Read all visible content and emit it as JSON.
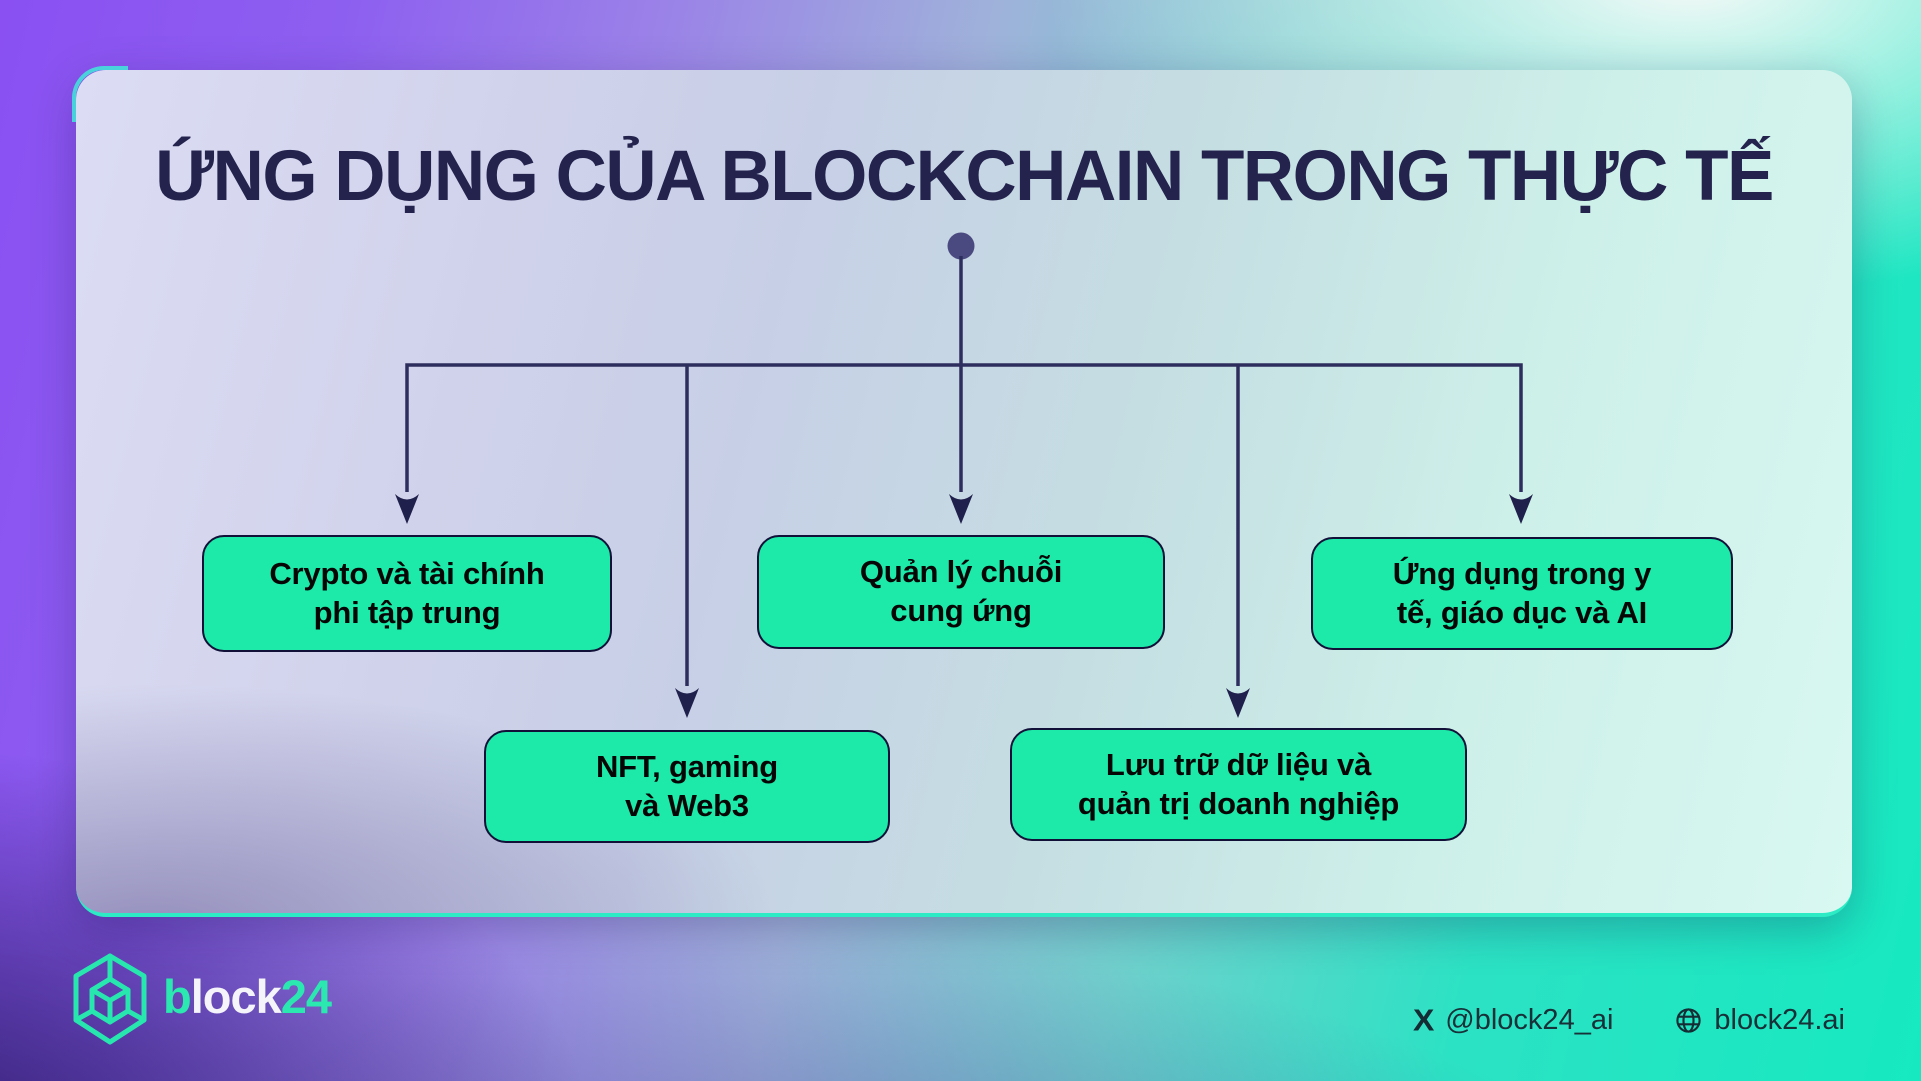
{
  "title": "ỨNG DỤNG CỦA BLOCKCHAIN TRONG THỰC TẾ",
  "nodes": [
    {
      "label": "Crypto và tài chính\nphi tập trung"
    },
    {
      "label": "Quản lý chuỗi\ncung ứng"
    },
    {
      "label": "Ứng dụng trong y\ntế, giáo dục và AI"
    },
    {
      "label": "NFT, gaming\nvà Web3"
    },
    {
      "label": "Lưu trữ dữ liệu và\nquản trị doanh nghiệp"
    }
  ],
  "footer": {
    "brand_b": "b",
    "brand_lock": "lock",
    "brand_24": "24",
    "twitter_handle": "@block24_ai",
    "website": "block24.ai"
  },
  "colors": {
    "node_fill": "#1de9a9",
    "accent_teal": "#2debc4",
    "connector_navy": "#2e2e5e",
    "title_navy": "#23234e",
    "bg_purple": "#8a50f2",
    "bg_teal": "#16e9c0",
    "bg_indigo": "#2a2075",
    "footer_text": "#183038"
  }
}
